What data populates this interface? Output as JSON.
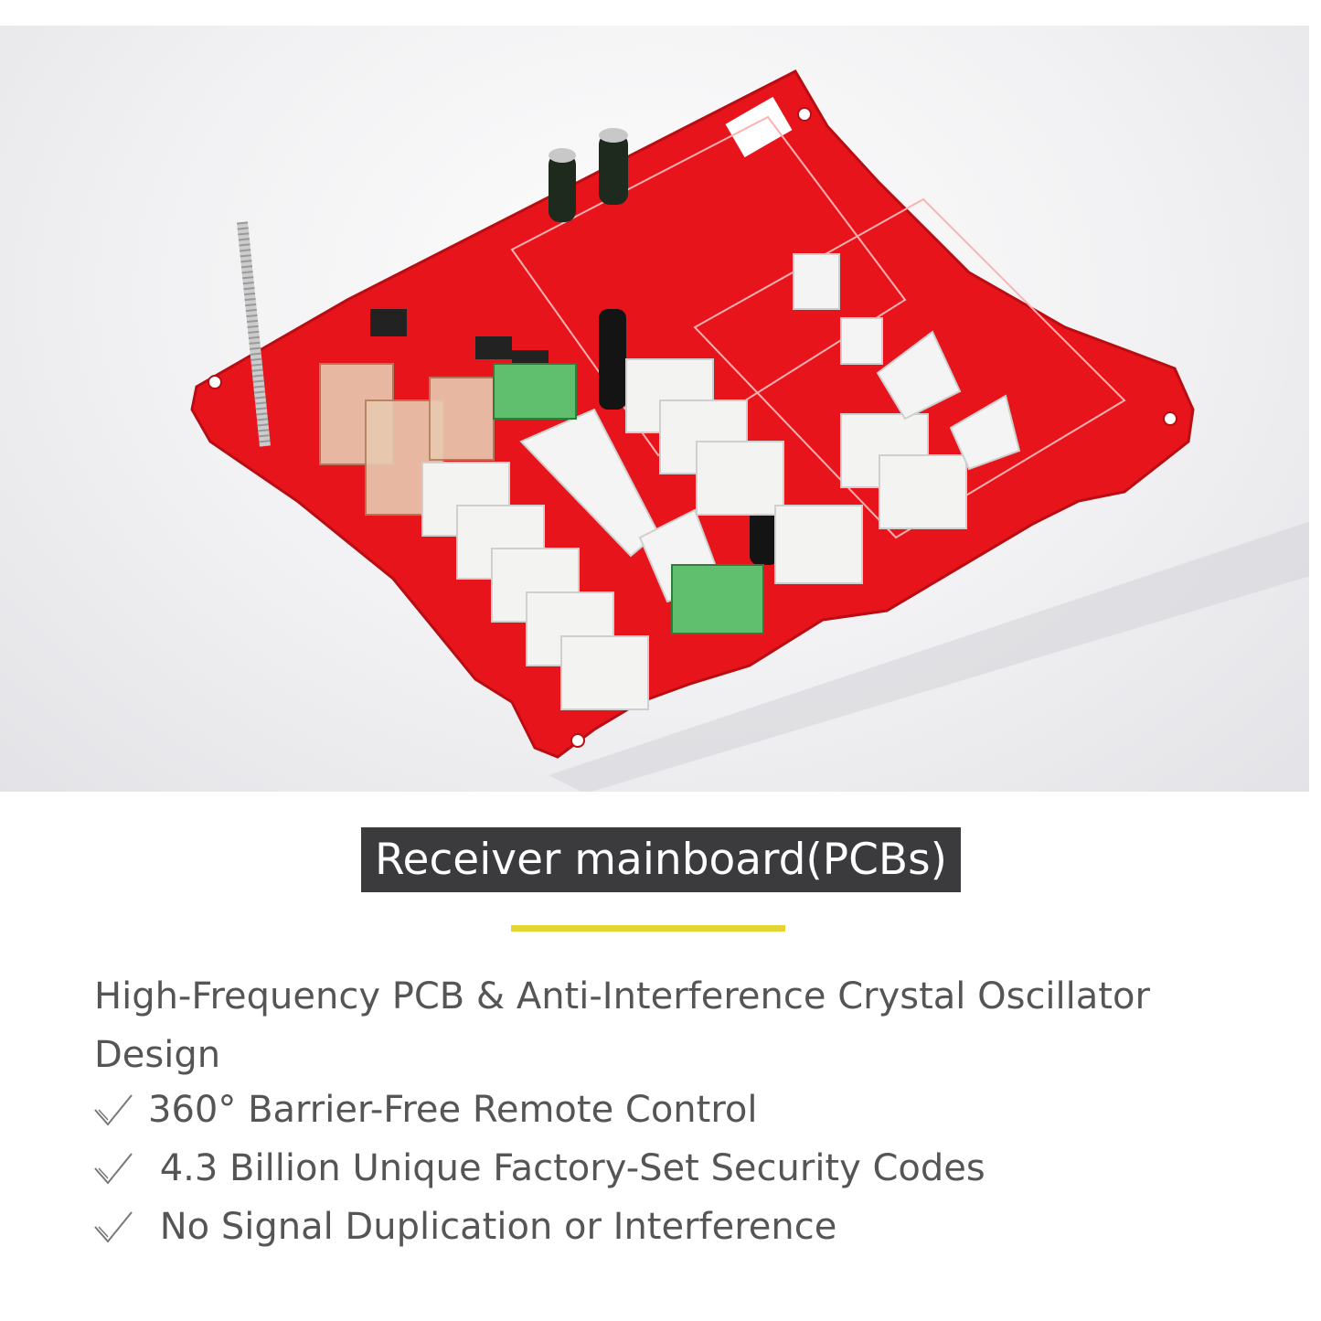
{
  "title": "Receiver mainboard(PCBs)",
  "description": "High-Frequency PCB & Anti-Interference Crystal Oscillator Design",
  "features": [
    "360° Barrier-Free Remote Control",
    " 4.3 Billion Unique Factory-Set Security Codes",
    " No Signal Duplication or Interference"
  ],
  "colors": {
    "board": "#e8141c",
    "title_bg": "#3b3b3d",
    "accent": "#e3d534",
    "text": "#555555"
  },
  "icons": {
    "bullet": "check-icon",
    "product": "pcb-board-image"
  }
}
